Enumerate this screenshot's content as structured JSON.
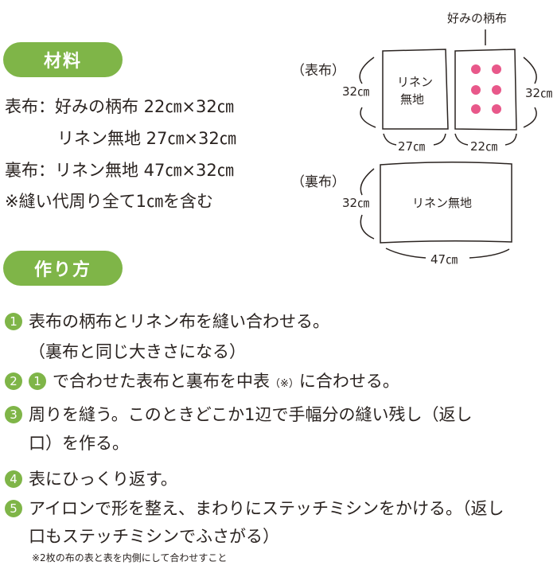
{
  "materials": {
    "heading": "材料",
    "lines": [
      "表布：好みの柄布  22㎝×32㎝",
      "リネン無地  27㎝×32㎝",
      "裏布：リネン無地  47㎝×32㎝",
      "※縫い代周り全て1㎝を含む"
    ]
  },
  "diagram": {
    "pattern_label": "好みの柄布",
    "front_label": "（表布）",
    "back_label": "（裏布）",
    "linen_label_1": "リネン",
    "linen_label_2": "無地",
    "back_linen": "リネン無地",
    "dims": {
      "h_left": "32㎝",
      "h_right": "32㎝",
      "w_linen": "27㎝",
      "w_pattern": "22㎝",
      "h_back": "32㎝",
      "w_back": "47㎝"
    },
    "flower_color": "#e8588a"
  },
  "method": {
    "heading": "作り方",
    "steps": [
      {
        "n": "1",
        "lines": [
          "表布の柄布とリネン布を縫い合わせる。",
          "（裏布と同じ大きさになる）"
        ]
      },
      {
        "n": "2",
        "ref": "1",
        "lines": [
          "で合わせた表布と裏布を中表",
          "（※）",
          "に合わせる。"
        ]
      },
      {
        "n": "3",
        "lines": [
          "周りを縫う。このときどこか1辺で手幅分の縫い残し（返し",
          "口）を作る。"
        ]
      },
      {
        "n": "4",
        "lines": [
          "表にひっくり返す。"
        ]
      },
      {
        "n": "5",
        "lines": [
          "アイロンで形を整え、まわりにステッチミシンをかける。（返し",
          "口もステッチミシンでふさがる）"
        ]
      }
    ],
    "note": "※2枚の布の表と表を内側にして合わせすこと"
  }
}
